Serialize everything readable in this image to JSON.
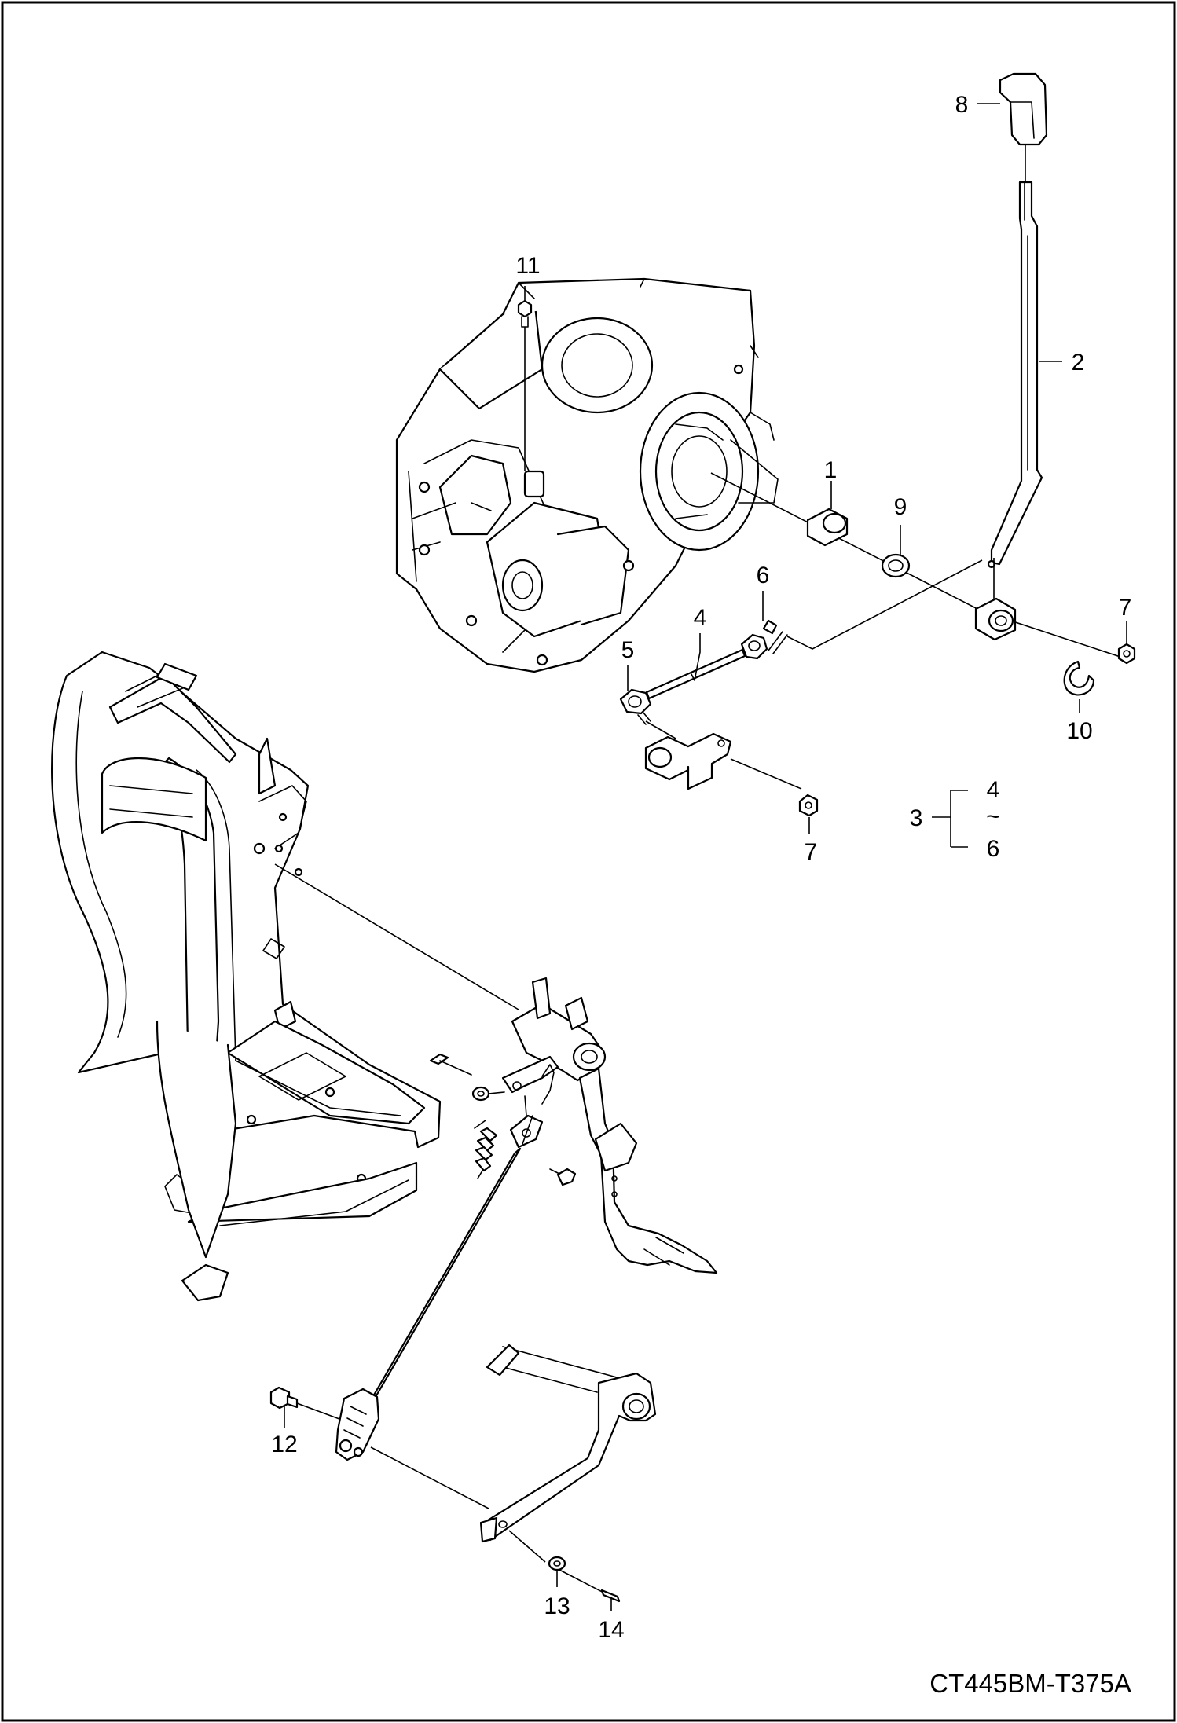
{
  "callouts": {
    "c1": "1",
    "c2": "2",
    "c3": "3",
    "c4": "4",
    "c5": "5",
    "c6": "6",
    "c7a": "7",
    "c7b": "7",
    "c8": "8",
    "c9": "9",
    "c10": "10",
    "c11": "11",
    "c12": "12",
    "c13": "13",
    "c14": "14"
  },
  "group": {
    "parent": "3",
    "from": "4",
    "range_mark": "~",
    "to": "6"
  },
  "diagram_code": "CT445BM-T375A"
}
